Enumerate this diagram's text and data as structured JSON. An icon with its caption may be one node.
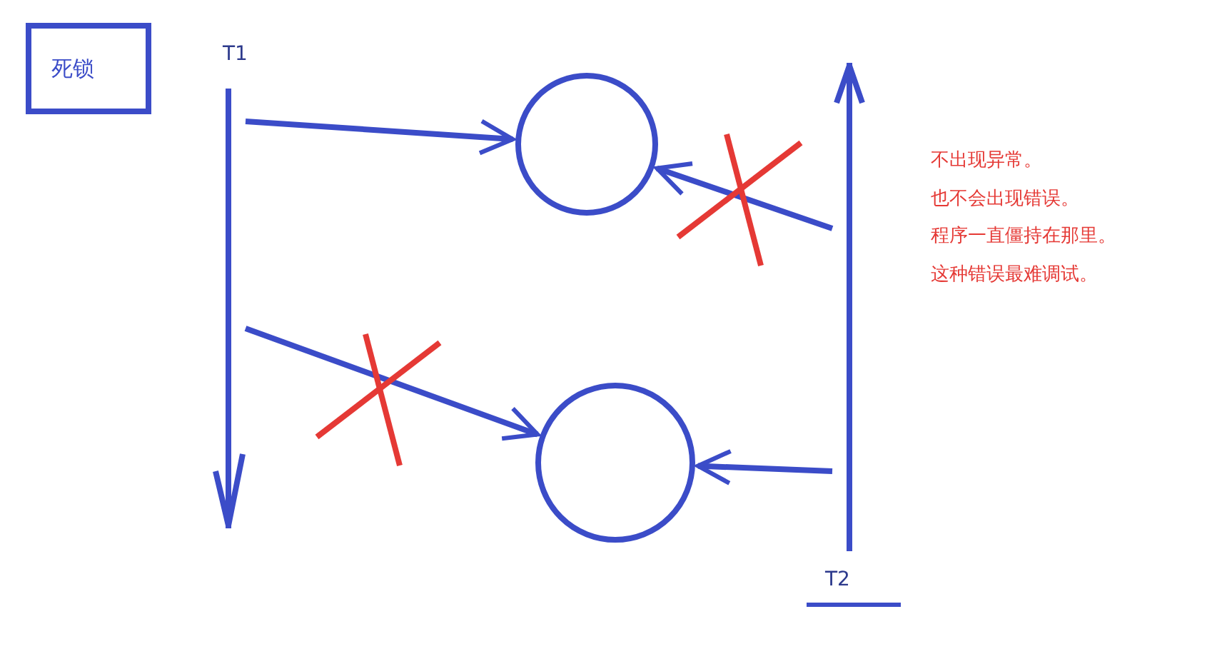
{
  "diagram": {
    "title": "死锁",
    "nodes": [
      {
        "text": [],
        "shape": "bar",
        "beside": [
          "T1"
        ]
      },
      {
        "text": [],
        "shape": "circle"
      },
      {
        "text": [],
        "shape": "circle"
      },
      {
        "text": [],
        "shape": "bar",
        "beside": [
          "T2"
        ]
      }
    ],
    "edges": [
      {
        "from": 0,
        "to": 1,
        "arrow": "to"
      },
      {
        "from": 0,
        "to": 2,
        "arrow": "to"
      },
      {
        "from": 3,
        "to": 1,
        "arrow": "to"
      },
      {
        "from": 3,
        "to": 2,
        "arrow": "to"
      }
    ],
    "labels": [
      "不出现异常。",
      "也不会出现错误。",
      "程序一直僵持在那里。",
      "这种错误最难调试。"
    ]
  }
}
